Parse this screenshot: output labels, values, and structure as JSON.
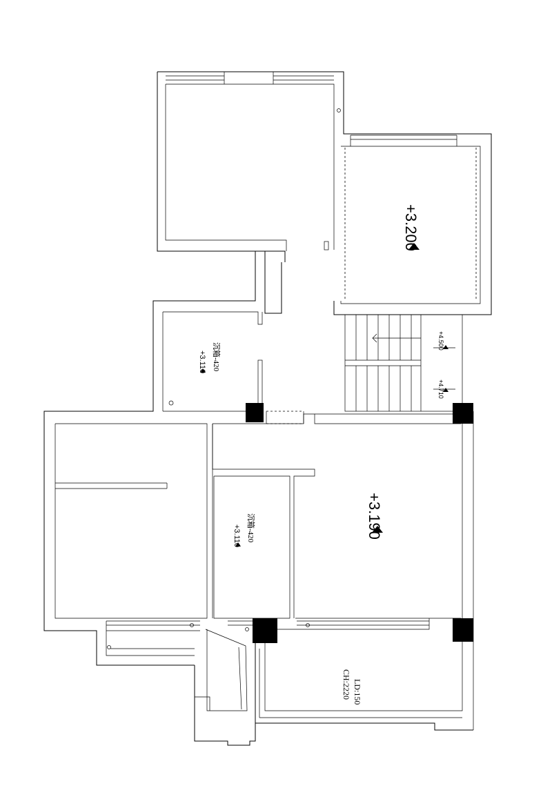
{
  "floor_plan": {
    "levels": {
      "north_room": "+3.200",
      "main_room": "+3.190",
      "upper_small_room": "+3.110",
      "middle_small_room": "+3.110",
      "stair_upper": "+4.500",
      "stair_lower": "+4.710"
    },
    "notes": {
      "upper_small_room": "沉箱-420",
      "middle_small_room": "沉箱-420",
      "south_room_ld": "LD:150",
      "south_room_ch": "CH:2220"
    }
  }
}
